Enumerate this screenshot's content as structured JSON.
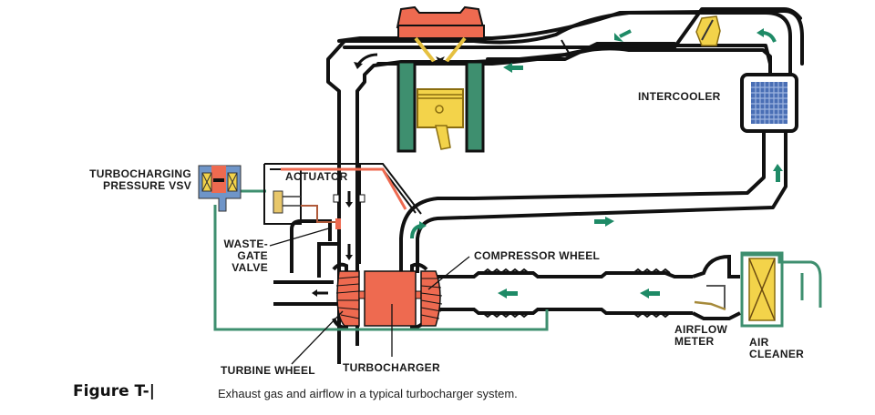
{
  "figure": {
    "label": "Figure T-|",
    "caption": "Exhaust gas and airflow in a typical turbocharger system."
  },
  "labels": {
    "vsv_line1": "TURBOCHARGING",
    "vsv_line2": "PRESSURE VSV",
    "actuator": "ACTUATOR",
    "wastegate_line1": "WASTE-",
    "wastegate_line2": "GATE",
    "wastegate_line3": "VALVE",
    "intercooler": "INTERCOOLER",
    "compressor_wheel": "COMPRESSOR WHEEL",
    "airflow_meter_line1": "AIRFLOW",
    "airflow_meter_line2": "METER",
    "air_cleaner_line1": "AIR",
    "air_cleaner_line2": "CLEANER",
    "turbine_wheel": "TURBINE WHEEL",
    "turbocharger": "TURBOCHARGER"
  },
  "colors": {
    "outline": "#111111",
    "turbo_orange": "#ee6a50",
    "coolant_green": "#3e8f6f",
    "airflow_arrow": "#1e8a66",
    "piston_yellow": "#f3d34a",
    "intercooler_blue": "#4a6fb5",
    "vsv_blue": "#6f95c8"
  }
}
